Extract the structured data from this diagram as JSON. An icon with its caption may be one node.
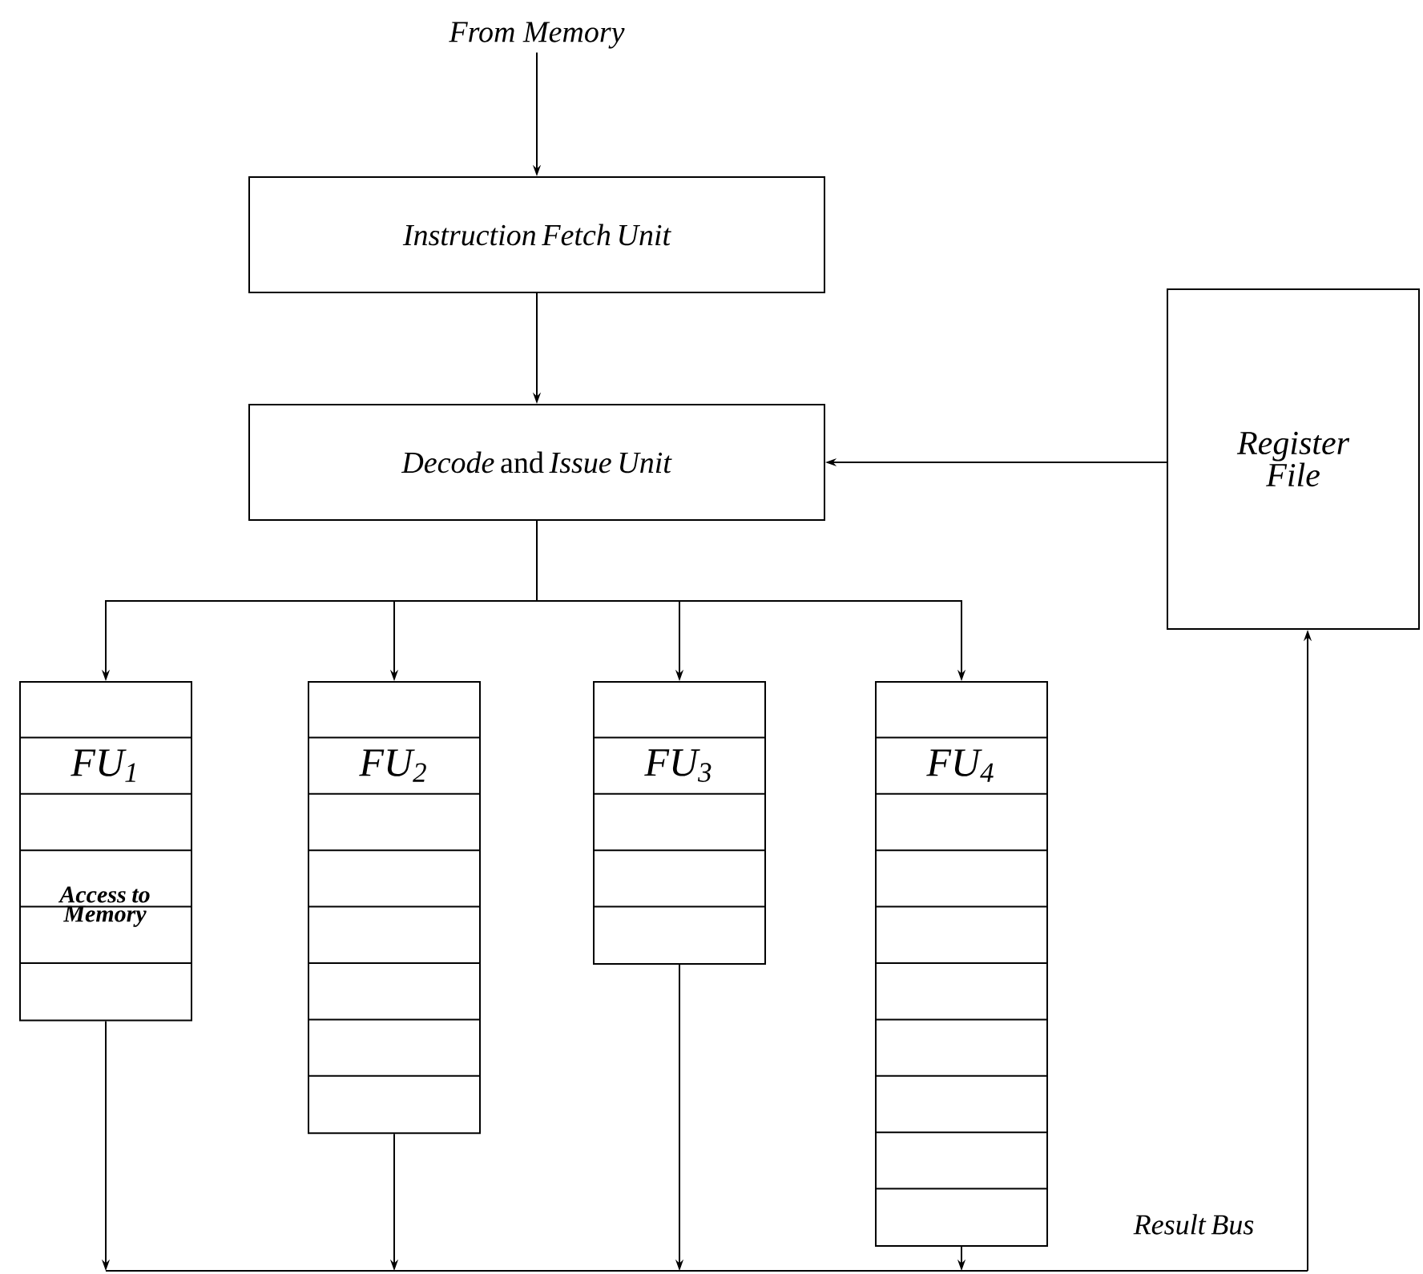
{
  "diagram": {
    "nodes": [
      {
        "text": [
          "From Memory"
        ]
      },
      {
        "text": [
          "Instruction Fetch Unit"
        ]
      },
      {
        "text": [
          "*Decode* and *Issue Unit*"
        ]
      },
      {
        "text": [
          "Register File"
        ]
      },
      {
        "text": [
          "FU$_{1}$",
          "Access to Memory"
        ]
      },
      {
        "text": [
          "FU$_{2}$"
        ]
      },
      {
        "text": [
          "FU$_{3}$"
        ]
      },
      {
        "text": [
          "FU$_{4}$"
        ]
      },
      {
        "text": [],
        "shape": "bar",
        "beside": [
          "Result Bus"
        ]
      }
    ],
    "edges": [
      {
        "from": 0,
        "to": 1,
        "arrow": "to"
      },
      {
        "from": 1,
        "to": 2,
        "arrow": "to"
      },
      {
        "from": 3,
        "to": 2,
        "arrow": "to"
      },
      {
        "from": 2,
        "to": 4,
        "arrow": "to"
      },
      {
        "from": 2,
        "to": 5,
        "arrow": "to"
      },
      {
        "from": 2,
        "to": 6,
        "arrow": "to"
      },
      {
        "from": 2,
        "to": 7,
        "arrow": "to"
      },
      {
        "from": 4,
        "to": 8,
        "arrow": "to"
      },
      {
        "from": 5,
        "to": 8,
        "arrow": "to"
      },
      {
        "from": 6,
        "to": 8,
        "arrow": "to"
      },
      {
        "from": 7,
        "to": 8,
        "arrow": "to"
      },
      {
        "from": 8,
        "to": 3,
        "arrow": "to"
      }
    ]
  }
}
